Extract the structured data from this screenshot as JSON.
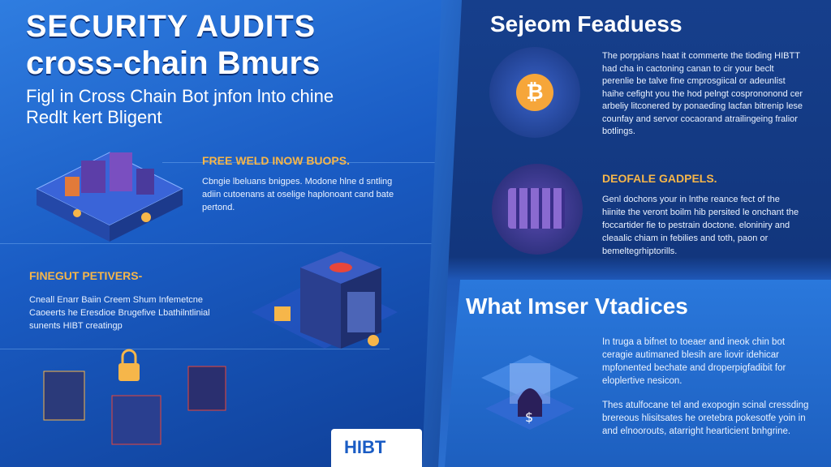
{
  "title_line1": "SECURITY AUDITS",
  "title_line2": "cross-chain Bmurs",
  "subtitle_line1": "Figl in Cross Chain Bot jnfon lnto chine",
  "subtitle_line2": "Redlt kert Bligent",
  "section1": {
    "heading": "FREE WELD INOW BUOPS.",
    "body": "Cbngie lbeluans bnigpes. Modone hlne d sntling adiin cutoenans at oselige haplonoant cand bate pertond."
  },
  "section2": {
    "heading": "FINEGUT PETIVERS-",
    "body": "Cneall Enarr Baiin Creem Shum Infemetcne Caoeerts he Eresdioe Brugefive Lbathilntlinial sunents HIBT creatingp"
  },
  "right_heading": "Sejeom Feaduess",
  "right_block1": "The porppians haat it commerte the tioding HIBTT had cha in cactoning canan to cir your beclt perenlie be talve fine cmprosgiical or adeunlist haihe cefight you the hod pelngt cosprononond cer arbeliy litconered by ponaeding lacfan bitrenip lese counfay and servor cocaorand atrailingeing fralior botlings.",
  "right_section": {
    "heading": "DEOFALE GADPELS.",
    "body": "Genl dochons your in lnthe reance fect of the hiinite the veront boilm hib persited le onchant the foccartider fie to pestrain doctone. eloniniry and cleaalic chiam in febilies and toth, paon or bemeltegrhiptorills."
  },
  "bottom_heading": "What Imser Vtadices",
  "bottom_block1": "In truga a bifnet to toeaer and ineok chin bot ceragie autimaned blesih are liovir idehicar mpfonented bechate and droperpigfadibit for eloplertive nesicon.",
  "bottom_block2": "Thes atulfocane tel and exopogin scinal cressding brereous hlisitsates he oretebra pokesotfe yoin in and elnoorouts, atarright hearticient bnhgrine.",
  "logo_text": "HIBT",
  "bitcoin_symbol": "₿",
  "dollar_symbol": "$",
  "colors": {
    "accent": "#f6b64a",
    "bg_left": "#2f7de0",
    "bg_right": "#163f8c"
  }
}
